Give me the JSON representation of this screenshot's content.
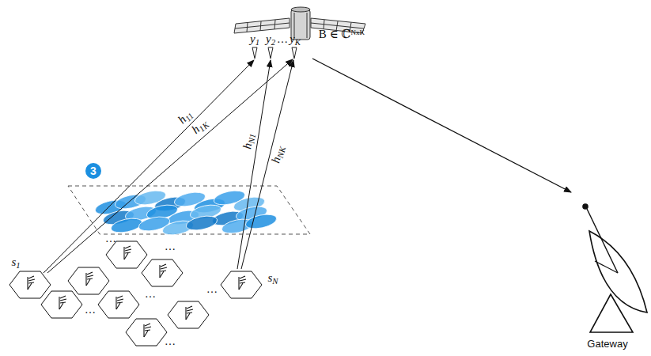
{
  "diagram": {
    "labels": [
      "B ∈ ℂᴺˣᴷ",
      "y1",
      "y2",
      "…",
      "yK",
      "h11",
      "h1K",
      "hN1",
      "hNK",
      "3",
      "s1",
      "sN",
      "…",
      "…",
      "…",
      "…",
      "…",
      "…",
      "Gateway"
    ]
  }
}
